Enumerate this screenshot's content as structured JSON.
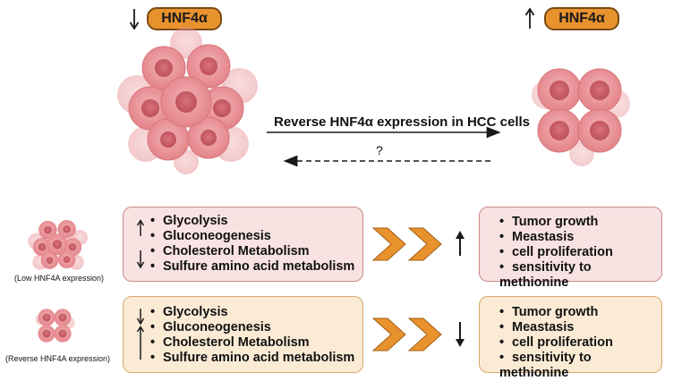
{
  "top": {
    "left_badge": "HNF4α",
    "right_badge": "HNF4α",
    "forward_arrow_label": "Reverse HNF4α expression in HCC cells",
    "reverse_arrow_label": "?"
  },
  "rows": [
    {
      "caption": "(Low HNF4A expression)",
      "pathways": [
        "Glycolysis",
        "Gluconeogenesis",
        "Cholesterol Metabolism",
        "Sulfure amino acid metabolism"
      ],
      "outcomes": [
        "Tumor growth",
        "Meastasis",
        "cell proliferation",
        "sensitivity to methionine"
      ],
      "colors": {
        "fill": "#f8e2e2",
        "border": "#c98a8a"
      }
    },
    {
      "caption": "(Reverse  HNF4A expression)",
      "pathways": [
        "Glycolysis",
        "Gluconeogenesis",
        "Cholesterol Metabolism",
        "Sulfure amino acid metabolism"
      ],
      "outcomes": [
        "Tumor growth",
        "Meastasis",
        "cell proliferation",
        "sensitivity to methionine"
      ],
      "colors": {
        "fill": "#fbebd5",
        "border": "#d7a86a"
      }
    }
  ],
  "colors": {
    "badge": "#e8922e",
    "chevron": "#e8922e",
    "cell": "#e98a8e",
    "nucleus": "#c95a63"
  }
}
